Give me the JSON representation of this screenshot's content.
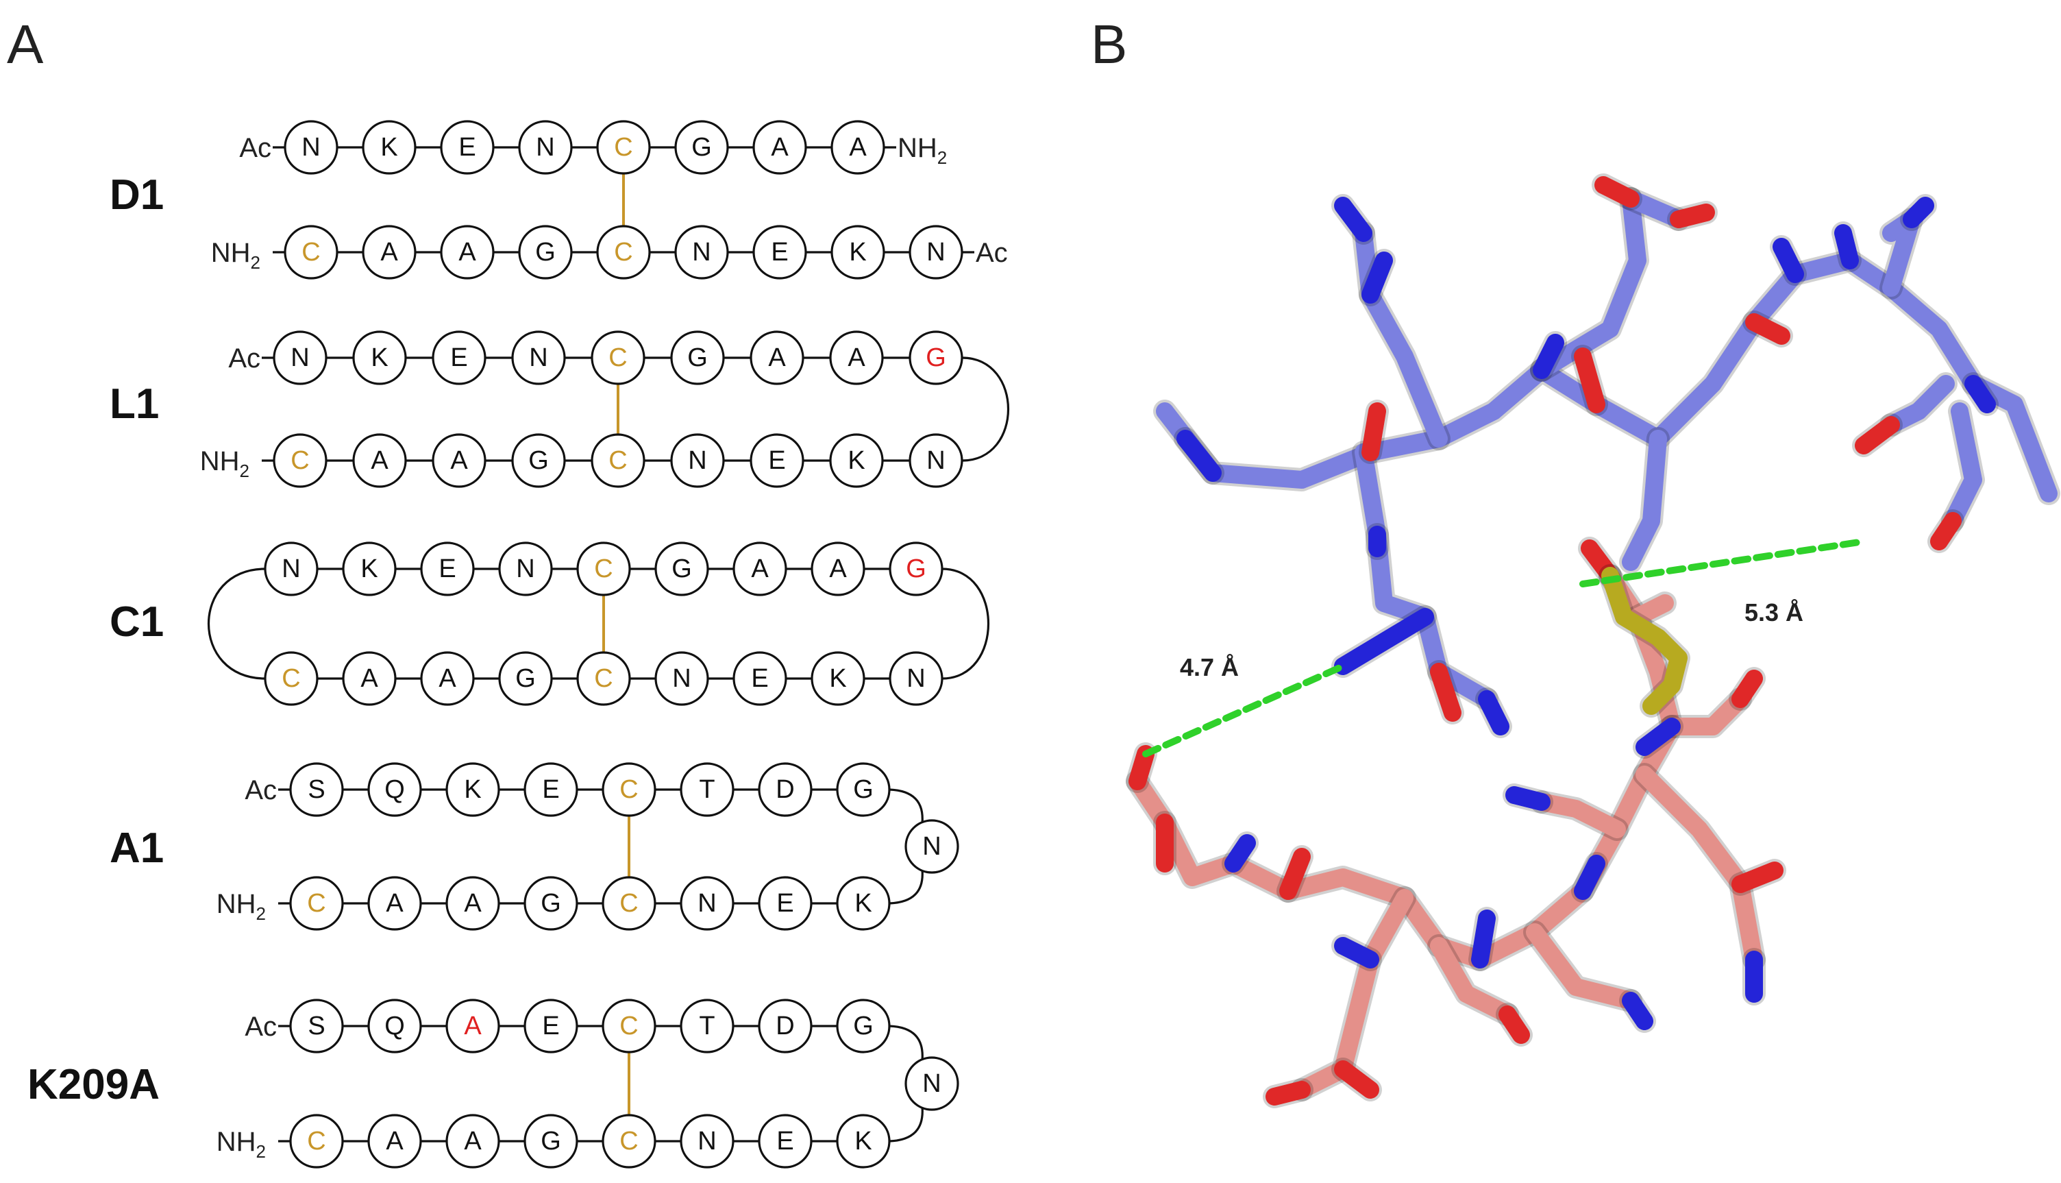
{
  "panels": {
    "a": "A",
    "b": "B"
  },
  "colors": {
    "cys": "#c8962a",
    "mut": "#e02020",
    "normal": "#111111",
    "chain_b": "#7b80e0",
    "chain_p": "#e4908a",
    "oxygen": "#e02828",
    "nitrogen": "#2424d8",
    "sulfur": "#b7aa20",
    "hbond": "#2fd12a"
  },
  "peptides": [
    {
      "name": "D1",
      "type": "dimer",
      "top": {
        "left_term": "Ac",
        "right_term": "NH",
        "right_sub": "2",
        "residues": [
          {
            "l": "N",
            "c": "n"
          },
          {
            "l": "K",
            "c": "n"
          },
          {
            "l": "E",
            "c": "n"
          },
          {
            "l": "N",
            "c": "n"
          },
          {
            "l": "C",
            "c": "cys"
          },
          {
            "l": "G",
            "c": "n"
          },
          {
            "l": "A",
            "c": "n"
          },
          {
            "l": "A",
            "c": "n"
          }
        ]
      },
      "bottom": {
        "left_term": "NH",
        "left_sub": "2",
        "right_term": "Ac",
        "residues": [
          {
            "l": "C",
            "c": "cys"
          },
          {
            "l": "A",
            "c": "n"
          },
          {
            "l": "A",
            "c": "n"
          },
          {
            "l": "G",
            "c": "n"
          },
          {
            "l": "C",
            "c": "cys"
          },
          {
            "l": "N",
            "c": "n"
          },
          {
            "l": "E",
            "c": "n"
          },
          {
            "l": "K",
            "c": "n"
          },
          {
            "l": "N",
            "c": "n"
          }
        ]
      }
    },
    {
      "name": "L1",
      "type": "hairpin",
      "top": {
        "left_term": "Ac",
        "residues": [
          {
            "l": "N",
            "c": "n"
          },
          {
            "l": "K",
            "c": "n"
          },
          {
            "l": "E",
            "c": "n"
          },
          {
            "l": "N",
            "c": "n"
          },
          {
            "l": "C",
            "c": "cys"
          },
          {
            "l": "G",
            "c": "n"
          },
          {
            "l": "A",
            "c": "n"
          },
          {
            "l": "A",
            "c": "n"
          },
          {
            "l": "G",
            "c": "mut"
          }
        ]
      },
      "bottom": {
        "left_term": "NH",
        "left_sub": "2",
        "residues": [
          {
            "l": "C",
            "c": "cys"
          },
          {
            "l": "A",
            "c": "n"
          },
          {
            "l": "A",
            "c": "n"
          },
          {
            "l": "G",
            "c": "n"
          },
          {
            "l": "C",
            "c": "cys"
          },
          {
            "l": "N",
            "c": "n"
          },
          {
            "l": "E",
            "c": "n"
          },
          {
            "l": "K",
            "c": "n"
          },
          {
            "l": "N",
            "c": "n"
          }
        ]
      }
    },
    {
      "name": "C1",
      "type": "cyclic",
      "top": {
        "residues": [
          {
            "l": "N",
            "c": "n"
          },
          {
            "l": "K",
            "c": "n"
          },
          {
            "l": "E",
            "c": "n"
          },
          {
            "l": "N",
            "c": "n"
          },
          {
            "l": "C",
            "c": "cys"
          },
          {
            "l": "G",
            "c": "n"
          },
          {
            "l": "A",
            "c": "n"
          },
          {
            "l": "A",
            "c": "n"
          },
          {
            "l": "G",
            "c": "mut"
          }
        ]
      },
      "bottom": {
        "residues": [
          {
            "l": "C",
            "c": "cys"
          },
          {
            "l": "A",
            "c": "n"
          },
          {
            "l": "A",
            "c": "n"
          },
          {
            "l": "G",
            "c": "n"
          },
          {
            "l": "C",
            "c": "cys"
          },
          {
            "l": "N",
            "c": "n"
          },
          {
            "l": "E",
            "c": "n"
          },
          {
            "l": "K",
            "c": "n"
          },
          {
            "l": "N",
            "c": "n"
          }
        ]
      }
    },
    {
      "name": "A1",
      "type": "turn",
      "top": {
        "left_term": "Ac",
        "residues": [
          {
            "l": "S",
            "c": "n"
          },
          {
            "l": "Q",
            "c": "n"
          },
          {
            "l": "K",
            "c": "n"
          },
          {
            "l": "E",
            "c": "n"
          },
          {
            "l": "C",
            "c": "cys"
          },
          {
            "l": "T",
            "c": "n"
          },
          {
            "l": "D",
            "c": "n"
          },
          {
            "l": "G",
            "c": "n"
          }
        ]
      },
      "turn": {
        "l": "N",
        "c": "n"
      },
      "bottom": {
        "left_term": "NH",
        "left_sub": "2",
        "residues": [
          {
            "l": "C",
            "c": "cys"
          },
          {
            "l": "A",
            "c": "n"
          },
          {
            "l": "A",
            "c": "n"
          },
          {
            "l": "G",
            "c": "n"
          },
          {
            "l": "C",
            "c": "cys"
          },
          {
            "l": "N",
            "c": "n"
          },
          {
            "l": "E",
            "c": "n"
          },
          {
            "l": "K",
            "c": "n"
          }
        ]
      }
    },
    {
      "name": "K209A",
      "type": "turn",
      "top": {
        "left_term": "Ac",
        "residues": [
          {
            "l": "S",
            "c": "n"
          },
          {
            "l": "Q",
            "c": "n"
          },
          {
            "l": "A",
            "c": "mut"
          },
          {
            "l": "E",
            "c": "n"
          },
          {
            "l": "C",
            "c": "cys"
          },
          {
            "l": "T",
            "c": "n"
          },
          {
            "l": "D",
            "c": "n"
          },
          {
            "l": "G",
            "c": "n"
          }
        ]
      },
      "turn": {
        "l": "N",
        "c": "n"
      },
      "bottom": {
        "left_term": "NH",
        "left_sub": "2",
        "residues": [
          {
            "l": "C",
            "c": "cys"
          },
          {
            "l": "A",
            "c": "n"
          },
          {
            "l": "A",
            "c": "n"
          },
          {
            "l": "G",
            "c": "n"
          },
          {
            "l": "C",
            "c": "cys"
          },
          {
            "l": "N",
            "c": "n"
          },
          {
            "l": "E",
            "c": "n"
          },
          {
            "l": "K",
            "c": "n"
          }
        ]
      }
    }
  ],
  "structure": {
    "distances": [
      "4.7 Å",
      "5.3 Å"
    ]
  }
}
